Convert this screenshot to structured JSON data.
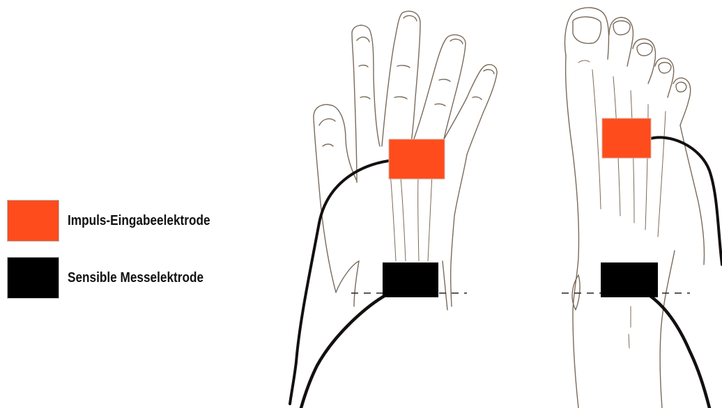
{
  "legend": {
    "items": [
      {
        "label": "Impuls-Eingabeelektrode",
        "color": "#ff4c1c"
      },
      {
        "label": "Sensible Messelektrode",
        "color": "#000000"
      }
    ]
  },
  "figure": {
    "panels": [
      "hand-dorsal",
      "foot-dorsal"
    ],
    "outline_color": "#7a6a5a",
    "cable_color": "#141010"
  }
}
